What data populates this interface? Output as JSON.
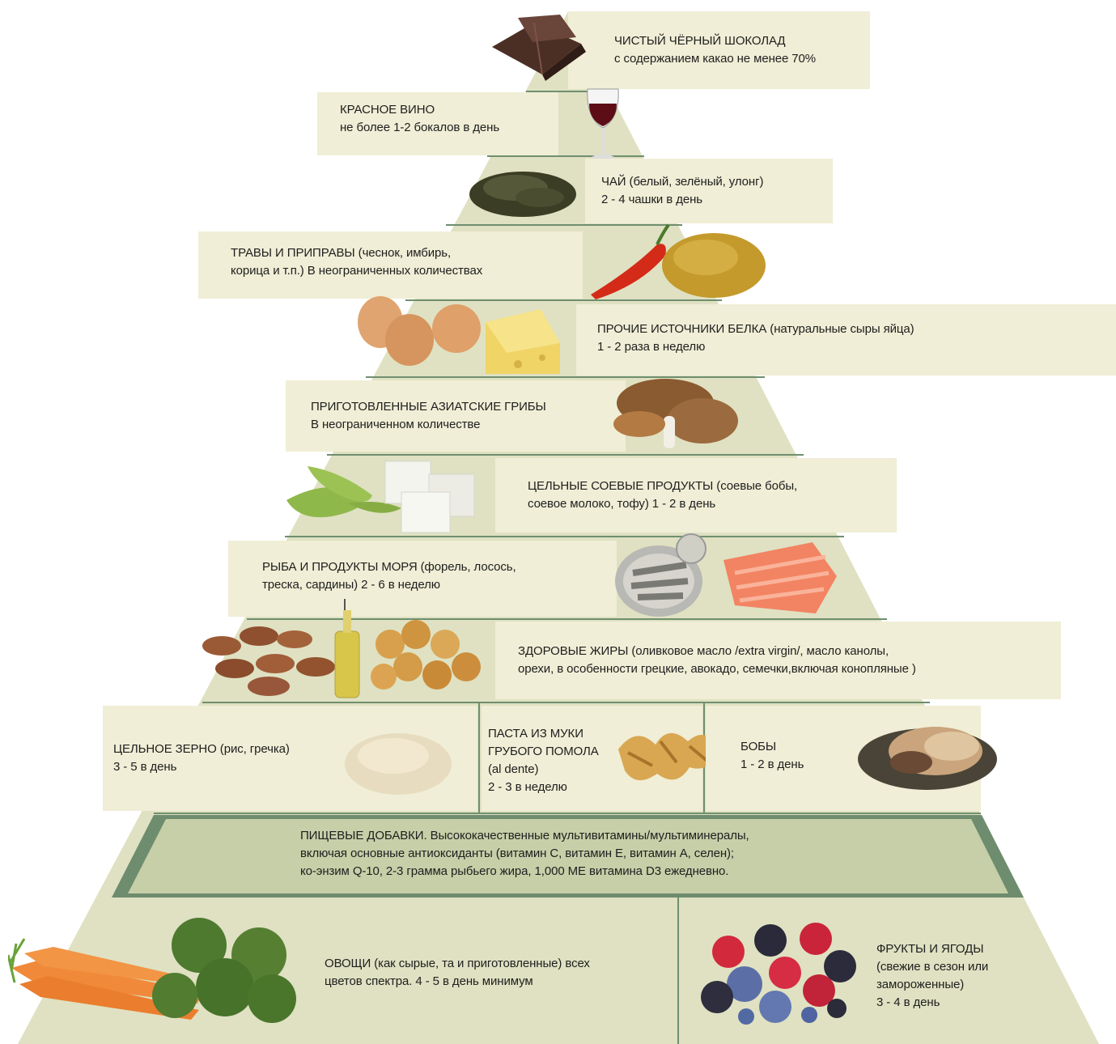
{
  "colors": {
    "pyramid_fill": "#dfe1c2",
    "pyramid_stripe": "#e9eacf",
    "divider_line": "#6f8f6e",
    "label_box": "#f0eed6",
    "supplement_band": "#6e8c6e"
  },
  "tiers": [
    {
      "id": "chocolate",
      "title": "ЧИСТЫЙ ЧЁРНЫЙ ШОКОЛАД",
      "lines": [
        "с содержанием какао не менее 70%"
      ],
      "icon": "chocolate-icon"
    },
    {
      "id": "wine",
      "title": "КРАСНОЕ ВИНО",
      "lines": [
        "не более 1-2 бокалов в день"
      ],
      "icon": "wine-glass-icon"
    },
    {
      "id": "tea",
      "title": "ЧАЙ",
      "title_extra": " (белый, зелёный, улонг)",
      "lines": [
        "2 - 4 чашки в день"
      ],
      "icon": "tea-leaves-icon"
    },
    {
      "id": "herbs",
      "title": "ТРАВЫ И ПРИПРАВЫ",
      "title_extra": " (чеснок, имбирь,",
      "lines": [
        "корица и т.п.) В неограниченных количествах"
      ],
      "icon": "spices-icon"
    },
    {
      "id": "protein",
      "title": "ПРОЧИЕ ИСТОЧНИКИ БЕЛКА",
      "title_extra": " (натуральные сыры яйца)",
      "lines": [
        "1 - 2 раза в неделю"
      ],
      "icon": "eggs-cheese-icon"
    },
    {
      "id": "mushrooms",
      "title": "ПРИГОТОВЛЕННЫЕ АЗИАТСКИЕ ГРИБЫ",
      "lines": [
        "В неограниченном количестве"
      ],
      "icon": "mushroom-icon"
    },
    {
      "id": "soy",
      "title": "ЦЕЛЬНЫЕ СОЕВЫЕ ПРОДУКТЫ",
      "title_extra": " (соевые бобы,",
      "lines": [
        "соевое молоко, тофу) 1 - 2 в день"
      ],
      "icon": "soy-tofu-icon"
    },
    {
      "id": "fish",
      "title": "РЫБА И ПРОДУКТЫ МОРЯ",
      "title_extra": " (форель, лосось,",
      "lines": [
        "треска, сардины) 2 - 6 в неделю"
      ],
      "icon": "fish-icon"
    },
    {
      "id": "fats",
      "title": "ЗДОРОВЫЕ ЖИРЫ",
      "title_extra": " (оливковое масло /extra virgin/, масло канолы,",
      "lines": [
        "орехи, в особенности грецкие, авокадо, семечки,включая конопляные )"
      ],
      "icon": "nuts-oil-icon"
    },
    {
      "id": "grains",
      "title": "ЦЕЛЬНОЕ ЗЕРНО",
      "title_extra": " (рис, гречка)",
      "lines": [
        "3 - 5 в день"
      ],
      "icon": "rice-icon"
    },
    {
      "id": "pasta",
      "title": "ПАСТА ИЗ МУКИ",
      "lines": [
        "ГРУБОГО ПОМОЛА",
        "(al dente)",
        "2 - 3 в неделю"
      ],
      "icon": "pasta-icon"
    },
    {
      "id": "beans",
      "title": "БОБЫ",
      "lines": [
        "1 - 2 в день"
      ],
      "icon": "beans-icon"
    },
    {
      "id": "supplements",
      "title": "ПИЩЕВЫЕ ДОБАВКИ.",
      "title_extra": " Высококачественные мультивитамины/мультиминералы,",
      "lines": [
        "включая основные антиоксиданты (витамин С, витамин Е, витамин А, селен);",
        "ко-энзим Q-10, 2-3 грамма рыбьего жира, 1,000 МЕ витамина D3 ежедневно."
      ],
      "icon": ""
    },
    {
      "id": "vegetables",
      "title": "ОВОЩИ",
      "title_extra": " (как сырые, та и приготовленные) всех",
      "lines": [
        "цветов спектра. 4 - 5 в день минимум"
      ],
      "icon": "vegetables-icon"
    },
    {
      "id": "fruits",
      "title": "ФРУКТЫ И ЯГОДЫ",
      "lines": [
        "(свежие в сезон или",
        "замороженные)",
        "3 - 4 в день"
      ],
      "icon": "berries-icon"
    }
  ]
}
